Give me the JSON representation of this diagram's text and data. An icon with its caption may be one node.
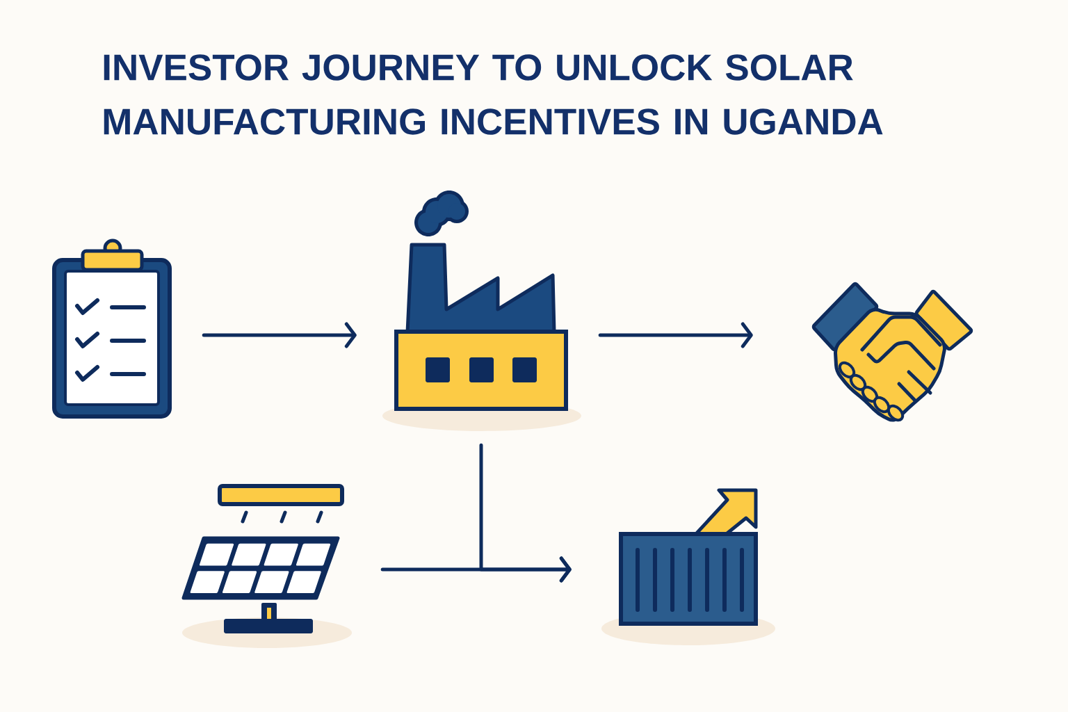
{
  "diagram": {
    "title": "INVESTOR JOURNEY TO UNLOCK SOLAR MANUFACTURING INCENTIVES IN UGANDA",
    "nodes": [
      {
        "text": [],
        "shape": "picture"
      },
      {
        "text": [],
        "shape": "picture"
      },
      {
        "text": [],
        "shape": "picture"
      },
      {
        "text": [],
        "shape": "picture"
      },
      {
        "text": [],
        "shape": "picture"
      }
    ],
    "edges": [
      {
        "from": 0,
        "to": 1,
        "arrow": "to"
      },
      {
        "from": 1,
        "to": 2,
        "arrow": "to"
      },
      {
        "from": 3,
        "to": 4,
        "arrow": "to"
      },
      {
        "from": 1,
        "to": 4,
        "arrow": "to"
      }
    ]
  }
}
